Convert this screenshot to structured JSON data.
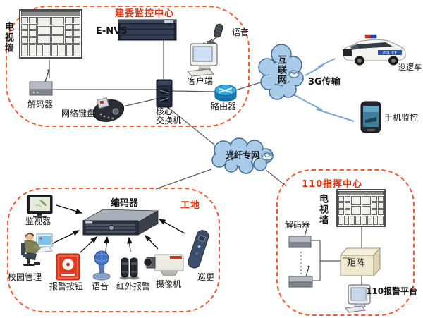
{
  "colors": {
    "accent_red": "#e8330f",
    "dashed_orange": "#fa5a33",
    "cloud_fill": "#a9cbe8",
    "cloud_stroke": "#3f6b96",
    "bolt_blue": "#7aa7d6"
  },
  "jianwei": {
    "title": "建委监控中心",
    "tv_wall": "电视墙",
    "envs": "E-NVS",
    "voice": "语音",
    "client": "客户端",
    "core_switch_line1": "核心",
    "core_switch_line2": "交换机",
    "router": "路由器",
    "decoder": "解码器",
    "keyboard": "网络键盘"
  },
  "wan": {
    "internet": "互联网",
    "g3": "3G传输",
    "patrol_car": "巡逻车",
    "phone": "手机监控",
    "fiber": "光纤专网",
    "police_text": "POLICE"
  },
  "site": {
    "title": "工地",
    "encoder": "编码器",
    "monitor": "监视器",
    "campus": "校园管理",
    "alarm_button": "报警按钮",
    "voice": "语音",
    "infrared": "红外报警",
    "camera": "摄像机",
    "patrol": "巡更"
  },
  "center110": {
    "title": "110指挥中心",
    "tv_wall": "电视墙",
    "decoder": "解码器",
    "matrix": "矩阵",
    "platform": "110报警平台"
  }
}
